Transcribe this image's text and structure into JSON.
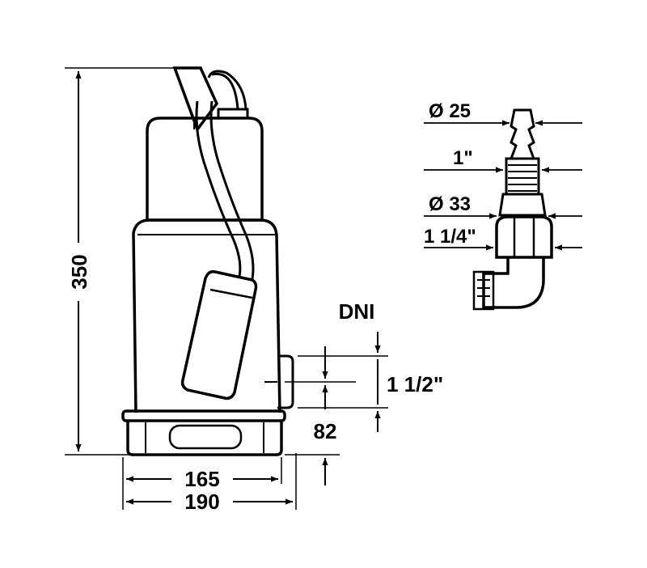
{
  "pump_dimensions": {
    "height": "350",
    "base_width_inner": "165",
    "base_width_outer": "190",
    "outlet_height": "82",
    "outlet_label": "DNI",
    "outlet_size": "1 1/2\""
  },
  "fitting_dimensions": {
    "hose_diameter": "Ø 25",
    "thread_small": "1\"",
    "collar_diameter": "Ø 33",
    "thread_large": "1 1/4\""
  }
}
